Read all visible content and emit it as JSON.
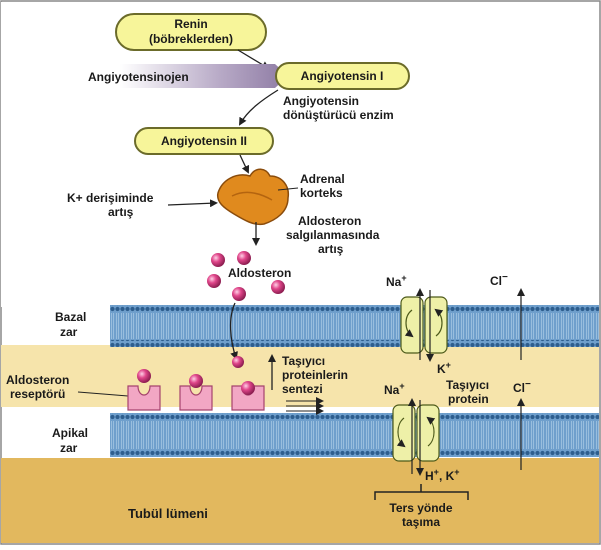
{
  "labels": {
    "renin_line1": "Renin",
    "renin_line2": "(böbreklerden)",
    "angiotensinogen": "Angiyotensinojen",
    "angiotensin1": "Angiyotensin I",
    "ace_line1": "Angiyotensin",
    "ace_line2": "dönüştürücü enzim",
    "angiotensin2": "Angiyotensin II",
    "adrenal_line1": "Adrenal",
    "adrenal_line2": "korteks",
    "k_line1": "K+ derişiminde",
    "k_line2": "artış",
    "aldo_secretion_line1": "Aldosteron",
    "aldo_secretion_line2": "salgılanmasında",
    "aldo_secretion_line3": "artış",
    "aldosterone": "Aldosteron",
    "na_top": "Na",
    "cl_top": "Cl",
    "basal_line1": "Bazal",
    "basal_line2": "zar",
    "receptor_line1": "Aldosteron",
    "receptor_line2": "reseptörü",
    "synthesis_line1": "Taşıyıcı",
    "synthesis_line2": "proteinlerin",
    "synthesis_line3": "sentezi",
    "k_plus": "K",
    "na_mid": "Na",
    "carrier_line1": "Taşıyıcı",
    "carrier_line2": "protein",
    "cl_mid": "Cl",
    "apical_line1": "Apikal",
    "apical_line2": "zar",
    "hk": "H",
    "hk_k": ", K",
    "tubule_lumen": "Tubül lümeni",
    "antiport_line1": "Ters yönde",
    "antiport_line2": "taşıma",
    "plus": "+",
    "minus": "−"
  },
  "colors": {
    "pill_fill": "#f7f59a",
    "pill_stroke": "#6b6b2a",
    "cytoplasm": "#f6e4ab",
    "lumen": "#e2b85e",
    "membrane": "#5b8fbf",
    "membrane_head": "#2e5e8e",
    "aldosterone_ball": "#e0468a",
    "receptor": "#f2a7c4",
    "channel": "#eef0a8",
    "adrenal": "#e08a1e"
  }
}
